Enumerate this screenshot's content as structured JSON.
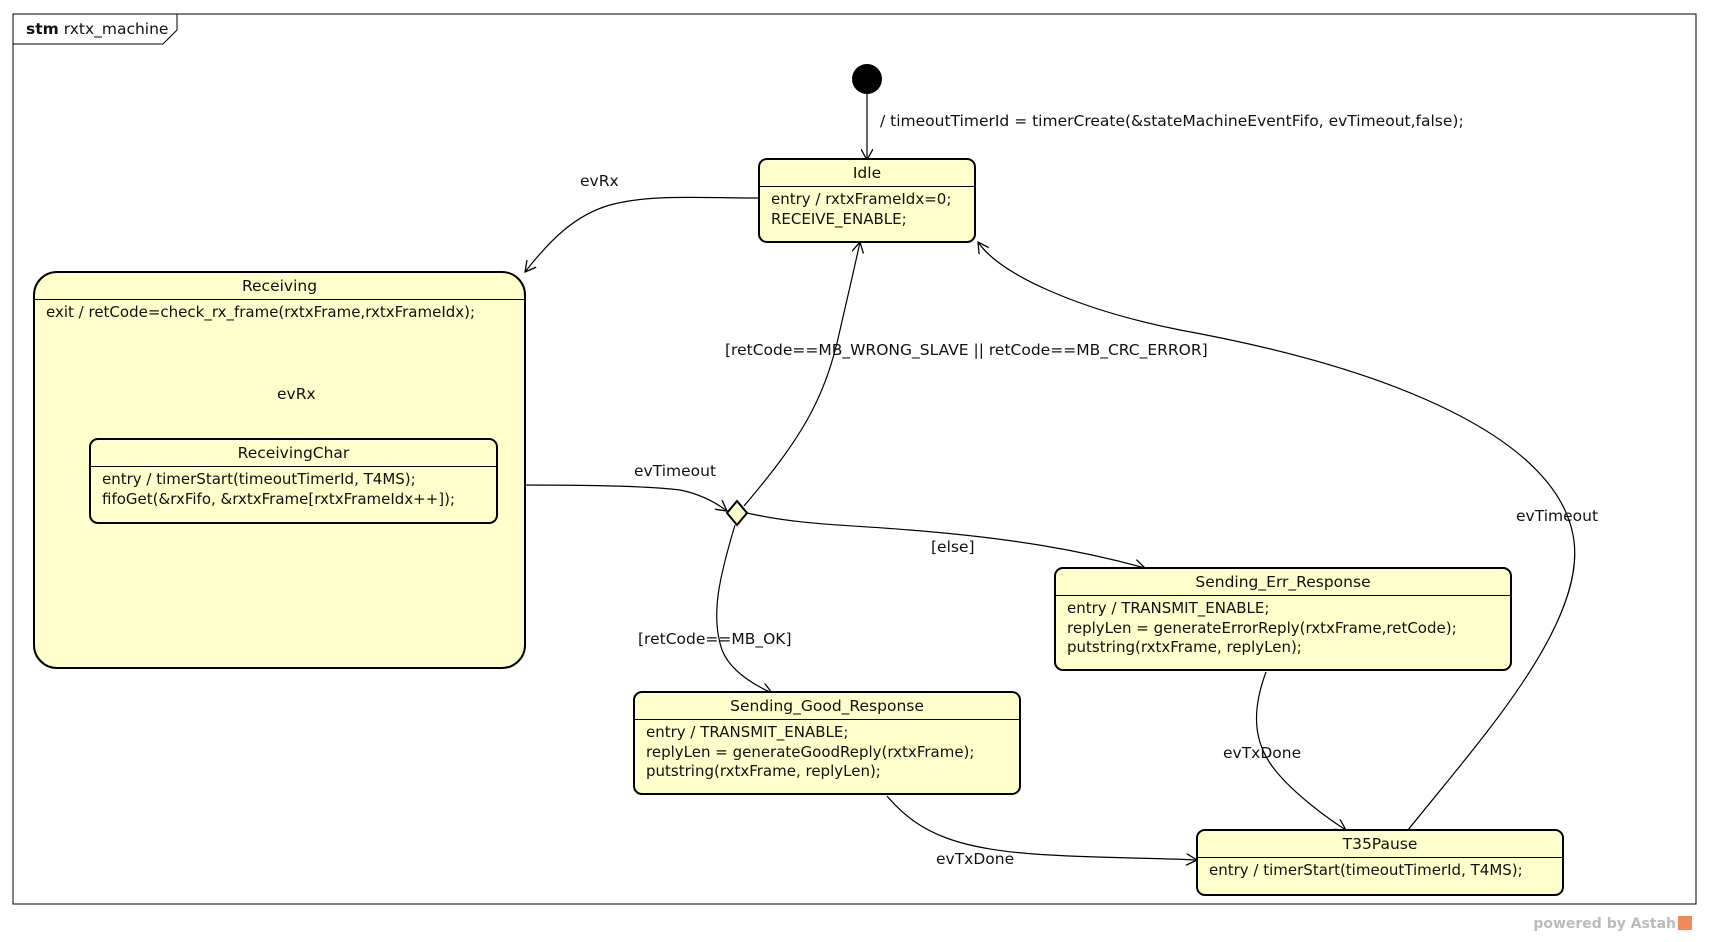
{
  "frame": {
    "kind": "stm",
    "name": "rxtx_machine"
  },
  "states": {
    "idle": {
      "name": "Idle",
      "lines": [
        "entry / rxtxFrameIdx=0;",
        "RECEIVE_ENABLE;"
      ]
    },
    "receiving": {
      "name": "Receiving",
      "lines": [
        "exit / retCode=check_rx_frame(rxtxFrame,rxtxFrameIdx);"
      ]
    },
    "receiving_char": {
      "name": "ReceivingChar",
      "lines": [
        "entry / timerStart(timeoutTimerId, T4MS);",
        "fifoGet(&rxFifo, &rxtxFrame[rxtxFrameIdx++]);"
      ]
    },
    "sending_err": {
      "name": "Sending_Err_Response",
      "lines": [
        "entry / TRANSMIT_ENABLE;",
        "replyLen = generateErrorReply(rxtxFrame,retCode);",
        "putstring(rxtxFrame, replyLen);"
      ]
    },
    "sending_good": {
      "name": "Sending_Good_Response",
      "lines": [
        "entry / TRANSMIT_ENABLE;",
        "replyLen = generateGoodReply(rxtxFrame);",
        "putstring(rxtxFrame, replyLen);"
      ]
    },
    "t35pause": {
      "name": "T35Pause",
      "lines": [
        "entry / timerStart(timeoutTimerId, T4MS);"
      ]
    }
  },
  "transitions": {
    "initial_to_idle": "/ timeoutTimerId = timerCreate(&stateMachineEventFifo, evTimeout,false);",
    "idle_to_receiving": "evRx",
    "self_receiving_char": "evRx",
    "receiving_to_choice": "evTimeout",
    "choice_to_idle": "[retCode==MB_WRONG_SLAVE || retCode==MB_CRC_ERROR]",
    "choice_to_err": "[else]",
    "choice_to_good": "[retCode==MB_OK]",
    "err_to_pause": "evTxDone",
    "good_to_pause": "evTxDone",
    "pause_to_idle": "evTimeout"
  },
  "footer": {
    "text": "powered by Astah"
  }
}
